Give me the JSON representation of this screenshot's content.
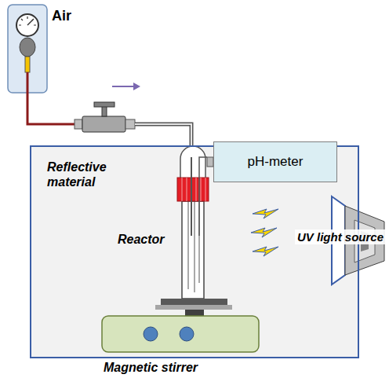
{
  "diagram": {
    "nodes": [
      {
        "text": [
          "Reflective material"
        ]
      },
      {
        "text": [
          "pH-meter"
        ]
      }
    ],
    "labels": [
      "Air",
      "Reactor",
      "UV light source",
      "Magnetic stirrer"
    ]
  }
}
